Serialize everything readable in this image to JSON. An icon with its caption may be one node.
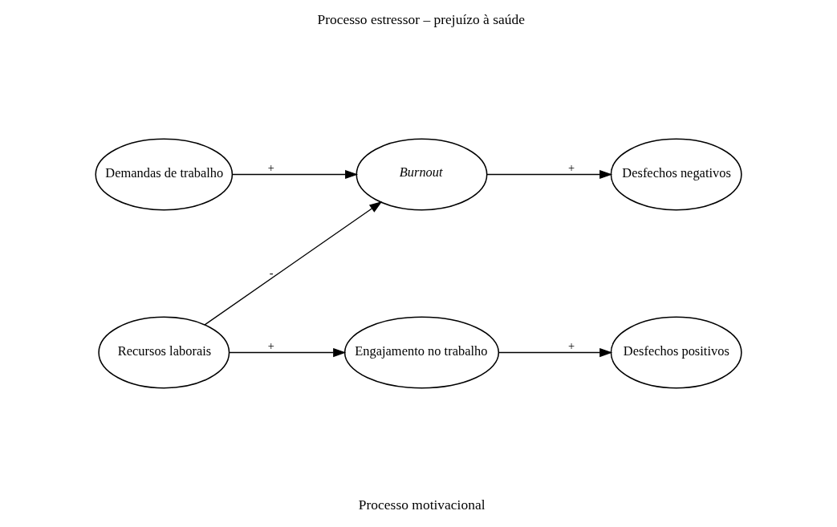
{
  "diagram": {
    "nodes": [
      {
        "text": [
          "Demandas de trabalho"
        ]
      },
      {
        "text": [
          "Burnout"
        ]
      },
      {
        "text": [
          "Desfechos negativos"
        ]
      },
      {
        "text": [
          "Recursos laborais"
        ]
      },
      {
        "text": [
          "Engajamento no trabalho"
        ]
      },
      {
        "text": [
          "Desfechos positivos"
        ]
      }
    ],
    "edges": [
      {
        "from": 0,
        "to": 1,
        "arrow": "to",
        "label": "+"
      },
      {
        "from": 1,
        "to": 2,
        "arrow": "to",
        "label": "+"
      },
      {
        "from": 3,
        "to": 1,
        "arrow": "to",
        "label": "-"
      },
      {
        "from": 3,
        "to": 4,
        "arrow": "to",
        "label": "+"
      },
      {
        "from": 4,
        "to": 5,
        "arrow": "to",
        "label": "+"
      }
    ],
    "labels": [
      "Processo estressor – prejuízo à saúde",
      "Processo motivacional"
    ]
  }
}
